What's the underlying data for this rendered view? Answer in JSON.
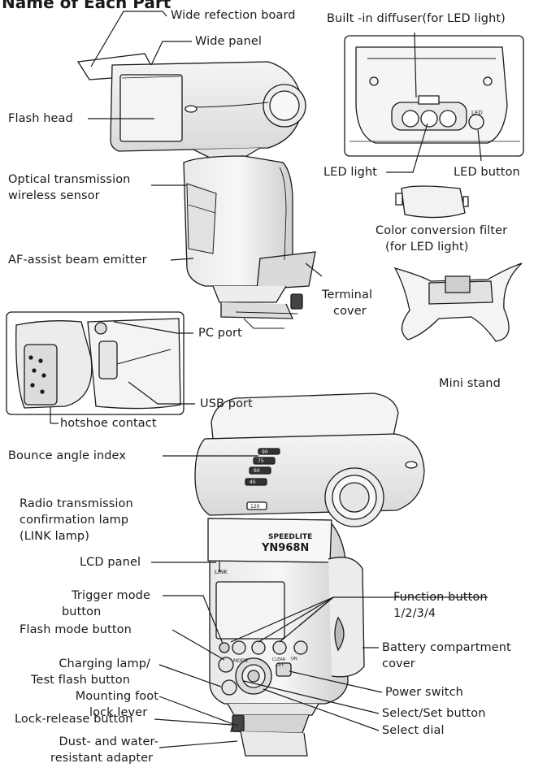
{
  "title": "Name of Each Part",
  "labels": {
    "wide_reflection_board": "Wide refection board",
    "wide_panel": "Wide panel",
    "builtin_diffuser": "Built -in diffuser(for LED light)",
    "flash_head": "Flash head",
    "optical_sensor_1": "Optical transmission",
    "optical_sensor_2": "wireless sensor",
    "led_light": "LED light",
    "led_button": "LED button",
    "led_text": "LED",
    "color_filter_1": "Color conversion filter",
    "color_filter_2": "(for LED light)",
    "af_assist": "AF-assist beam emitter",
    "terminal_cover_1": "Terminal",
    "terminal_cover_2": "cover",
    "pc_port": "PC port",
    "mini_stand": "Mini stand",
    "usb_port": "USB port",
    "hotshoe": "hotshoe contact",
    "bounce_index": "Bounce angle index",
    "radio_1": "Radio transmission",
    "radio_2": "confirmation lamp",
    "radio_3": "(LINK lamp)",
    "lcd_panel": "LCD panel",
    "function_btn_1": "Function button",
    "function_btn_2": "1/2/3/4",
    "trigger_1": "Trigger mode",
    "trigger_2": "button",
    "flash_mode": "Flash mode button",
    "battery_1": "Battery compartment",
    "battery_2": "cover",
    "charging_1": "Charging lamp/",
    "charging_2": "Test flash button",
    "power_switch": "Power switch",
    "mounting_1": "Mounting foot",
    "mounting_2": "lock lever",
    "select_set": "Select/Set button",
    "lock_release": "Lock-release button",
    "select_dial": "Select dial",
    "dust_1": "Dust- and water-",
    "dust_2": "resistant adapter"
  },
  "device": {
    "brand": "SPEEDLITE",
    "model": "YN968N",
    "link": "LINK",
    "mode": "MODE",
    "clear": "CLEAR",
    "off": "OFF",
    "on": "ON",
    "angles": [
      "90",
      "75",
      "60",
      "45",
      "120"
    ]
  },
  "colors": {
    "line": "#1a1a1a",
    "body_light": "#f2f2f2",
    "body_mid": "#d8d8d8",
    "body_dark": "#9a9a9a"
  }
}
